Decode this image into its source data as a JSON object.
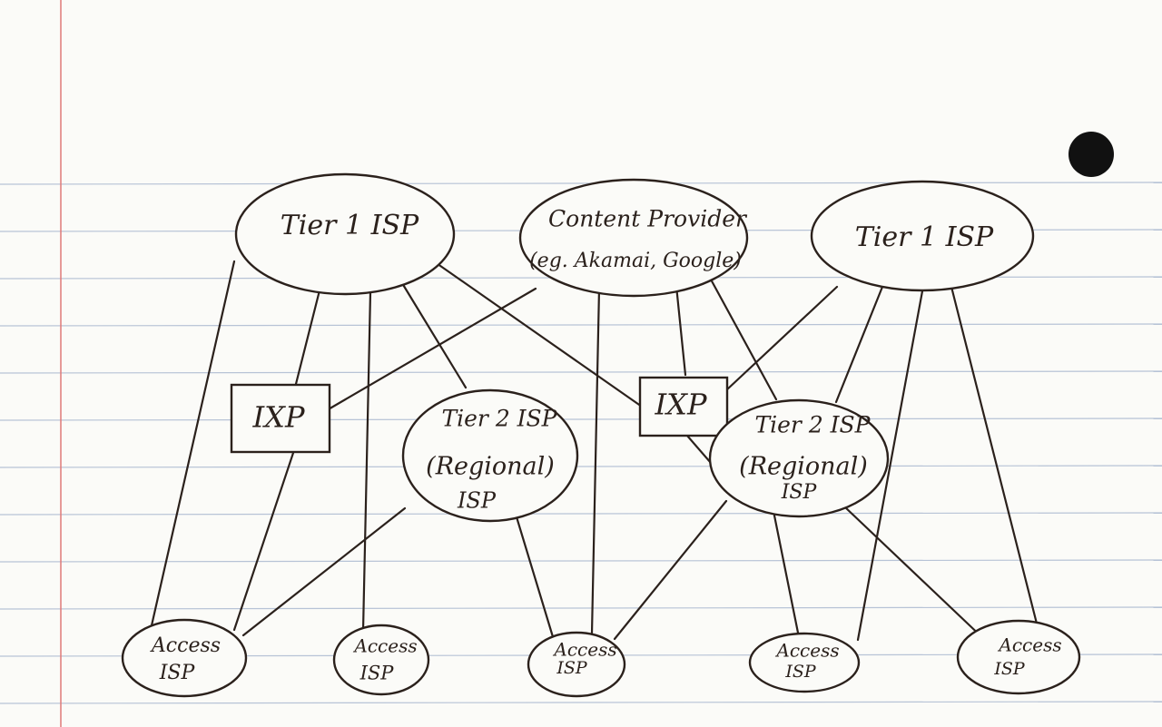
{
  "colors": {
    "paper": "#fbfbf8",
    "rule_line": "#b7c3d6",
    "margin_line": "#e07a78",
    "ink": "#2b211c",
    "hole": "#111111"
  },
  "nodes": {
    "tier1_left": {
      "label": "Tier 1 ISP"
    },
    "content_provider": {
      "line1": "Content Provider",
      "line2": "(eg. Akamai, Google)"
    },
    "tier1_right": {
      "label": "Tier 1 ISP"
    },
    "ixp_left": {
      "label": "IXP"
    },
    "ixp_right": {
      "label": "IXP"
    },
    "tier2_left": {
      "line1": "Tier 2 ISP",
      "line2": "(Regional)",
      "line3": "ISP"
    },
    "tier2_right": {
      "line1": "Tier 2 ISP",
      "line2": "(Regional)",
      "line3": "ISP"
    },
    "access_1": {
      "line1": "Access",
      "line2": "ISP"
    },
    "access_2": {
      "line1": "Access",
      "line2": "ISP"
    },
    "access_3": {
      "line1": "Access",
      "line2": "ISP"
    },
    "access_4": {
      "line1": "Access",
      "line2": "ISP"
    },
    "access_5": {
      "line1": "Access",
      "line2": "ISP"
    }
  }
}
